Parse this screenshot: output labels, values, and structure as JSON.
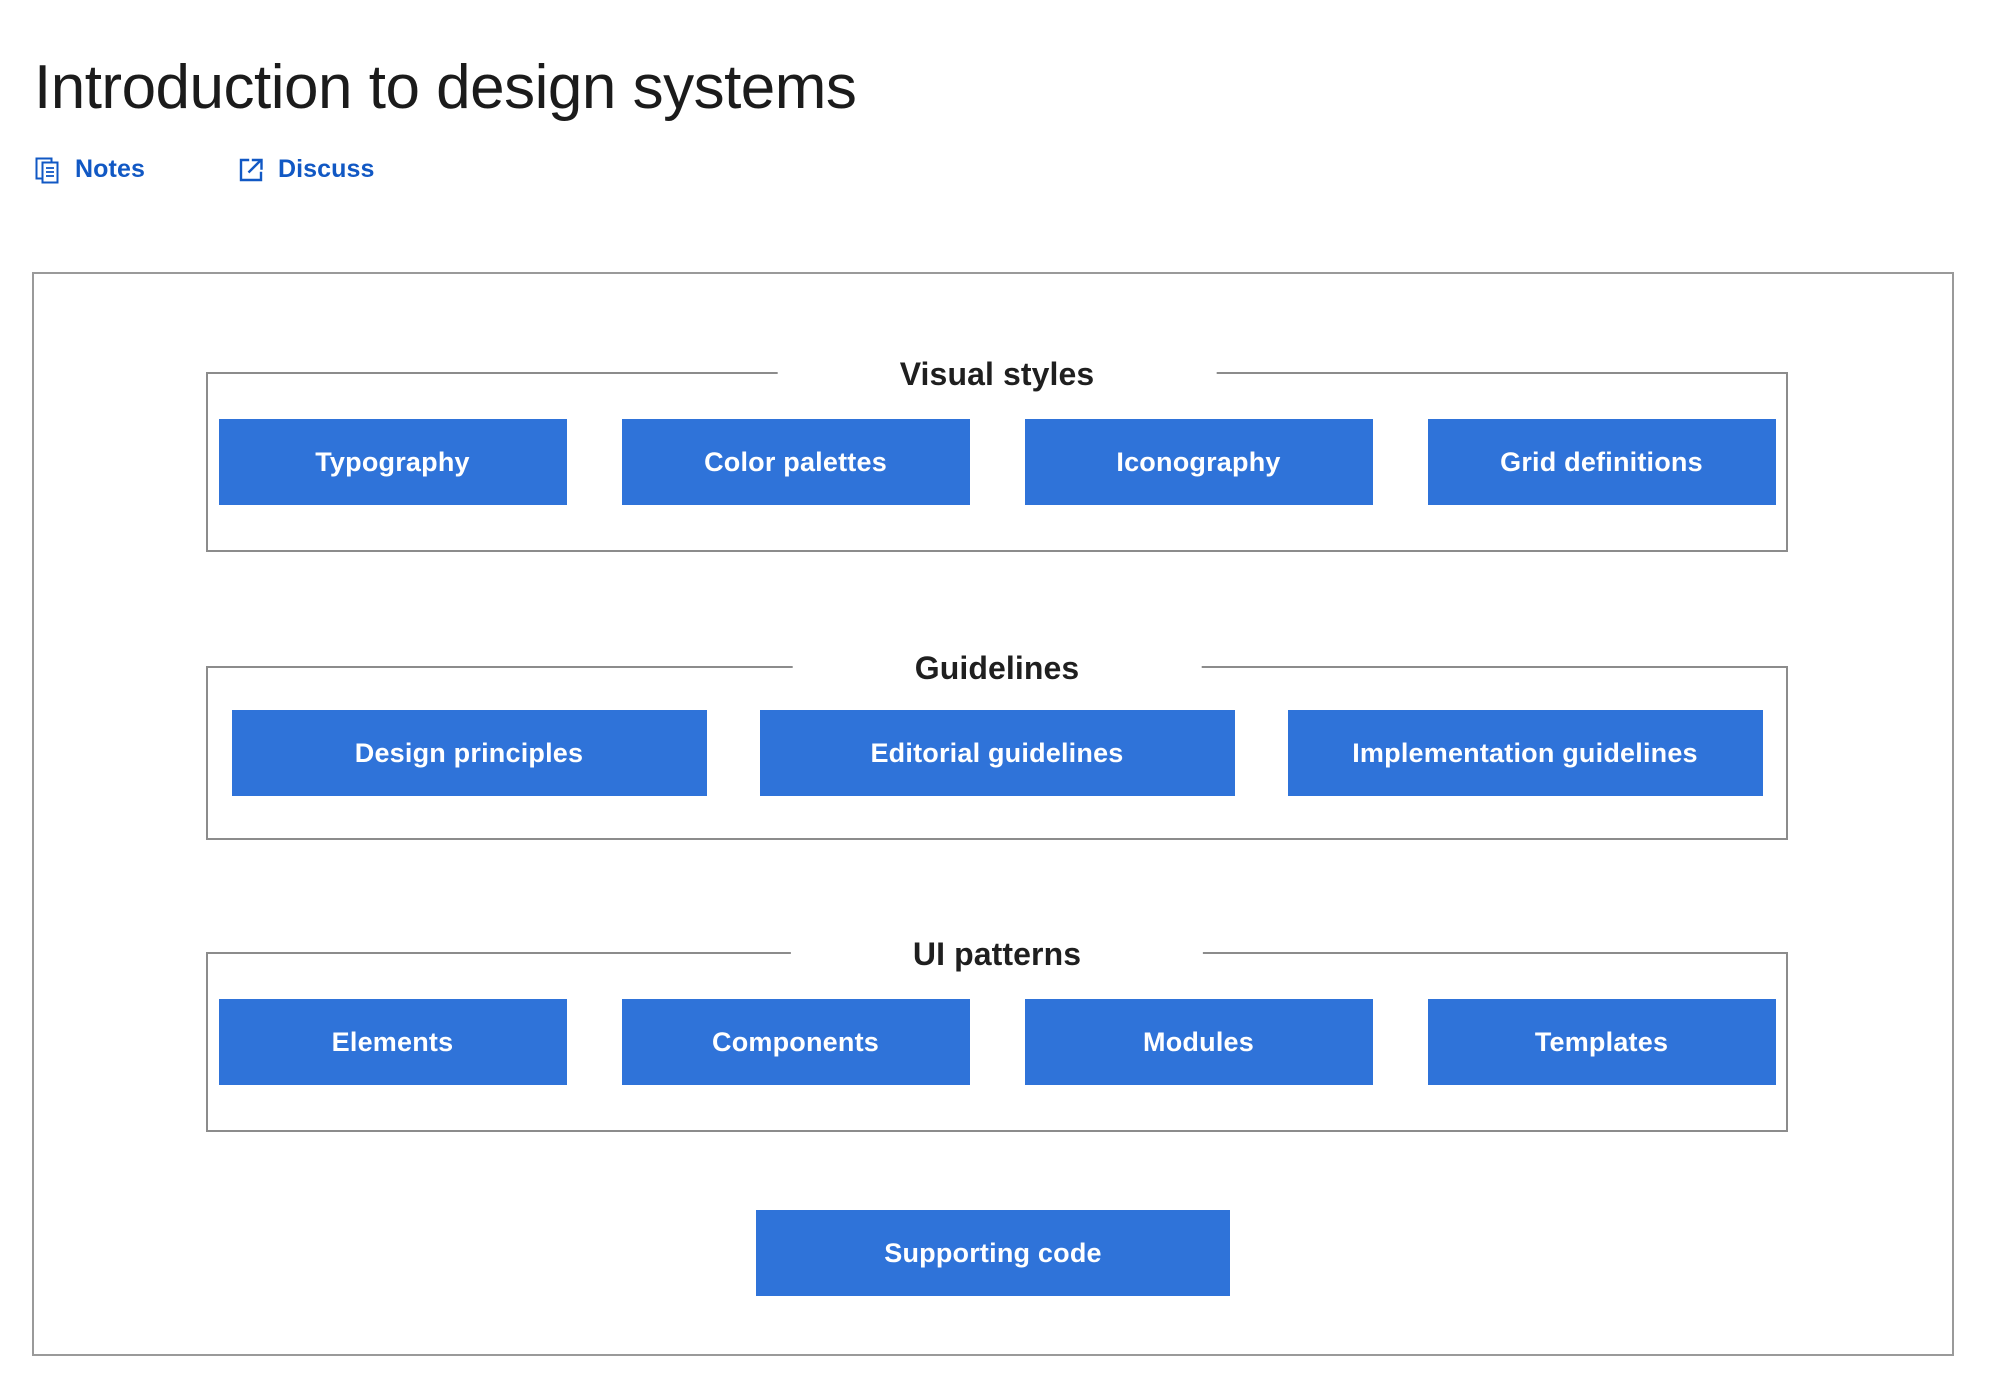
{
  "header": {
    "title": "Introduction to design systems",
    "actions": [
      {
        "label": "Notes",
        "icon": "notes-document-icon"
      },
      {
        "label": "Discuss",
        "icon": "external-link-icon"
      }
    ]
  },
  "colors": {
    "node_blue": "#2f73d9",
    "link_blue": "#1158c4",
    "frame_gray": "#9a9a9a",
    "group_border_gray": "#8c8c8c",
    "title_black": "#1b1b1b",
    "node_text": "#ffffff"
  },
  "diagram": {
    "groups": [
      {
        "legend": "Visual styles",
        "nodes": [
          {
            "label": "Typography"
          },
          {
            "label": "Color palettes"
          },
          {
            "label": "Iconography"
          },
          {
            "label": "Grid definitions"
          }
        ]
      },
      {
        "legend": "Guidelines",
        "nodes": [
          {
            "label": "Design principles"
          },
          {
            "label": "Editorial guidelines"
          },
          {
            "label": "Implementation guidelines"
          }
        ]
      },
      {
        "legend": "UI patterns",
        "nodes": [
          {
            "label": "Elements"
          },
          {
            "label": "Components"
          },
          {
            "label": "Modules"
          },
          {
            "label": "Templates"
          }
        ]
      }
    ],
    "footer_node": {
      "label": "Supporting code"
    }
  }
}
